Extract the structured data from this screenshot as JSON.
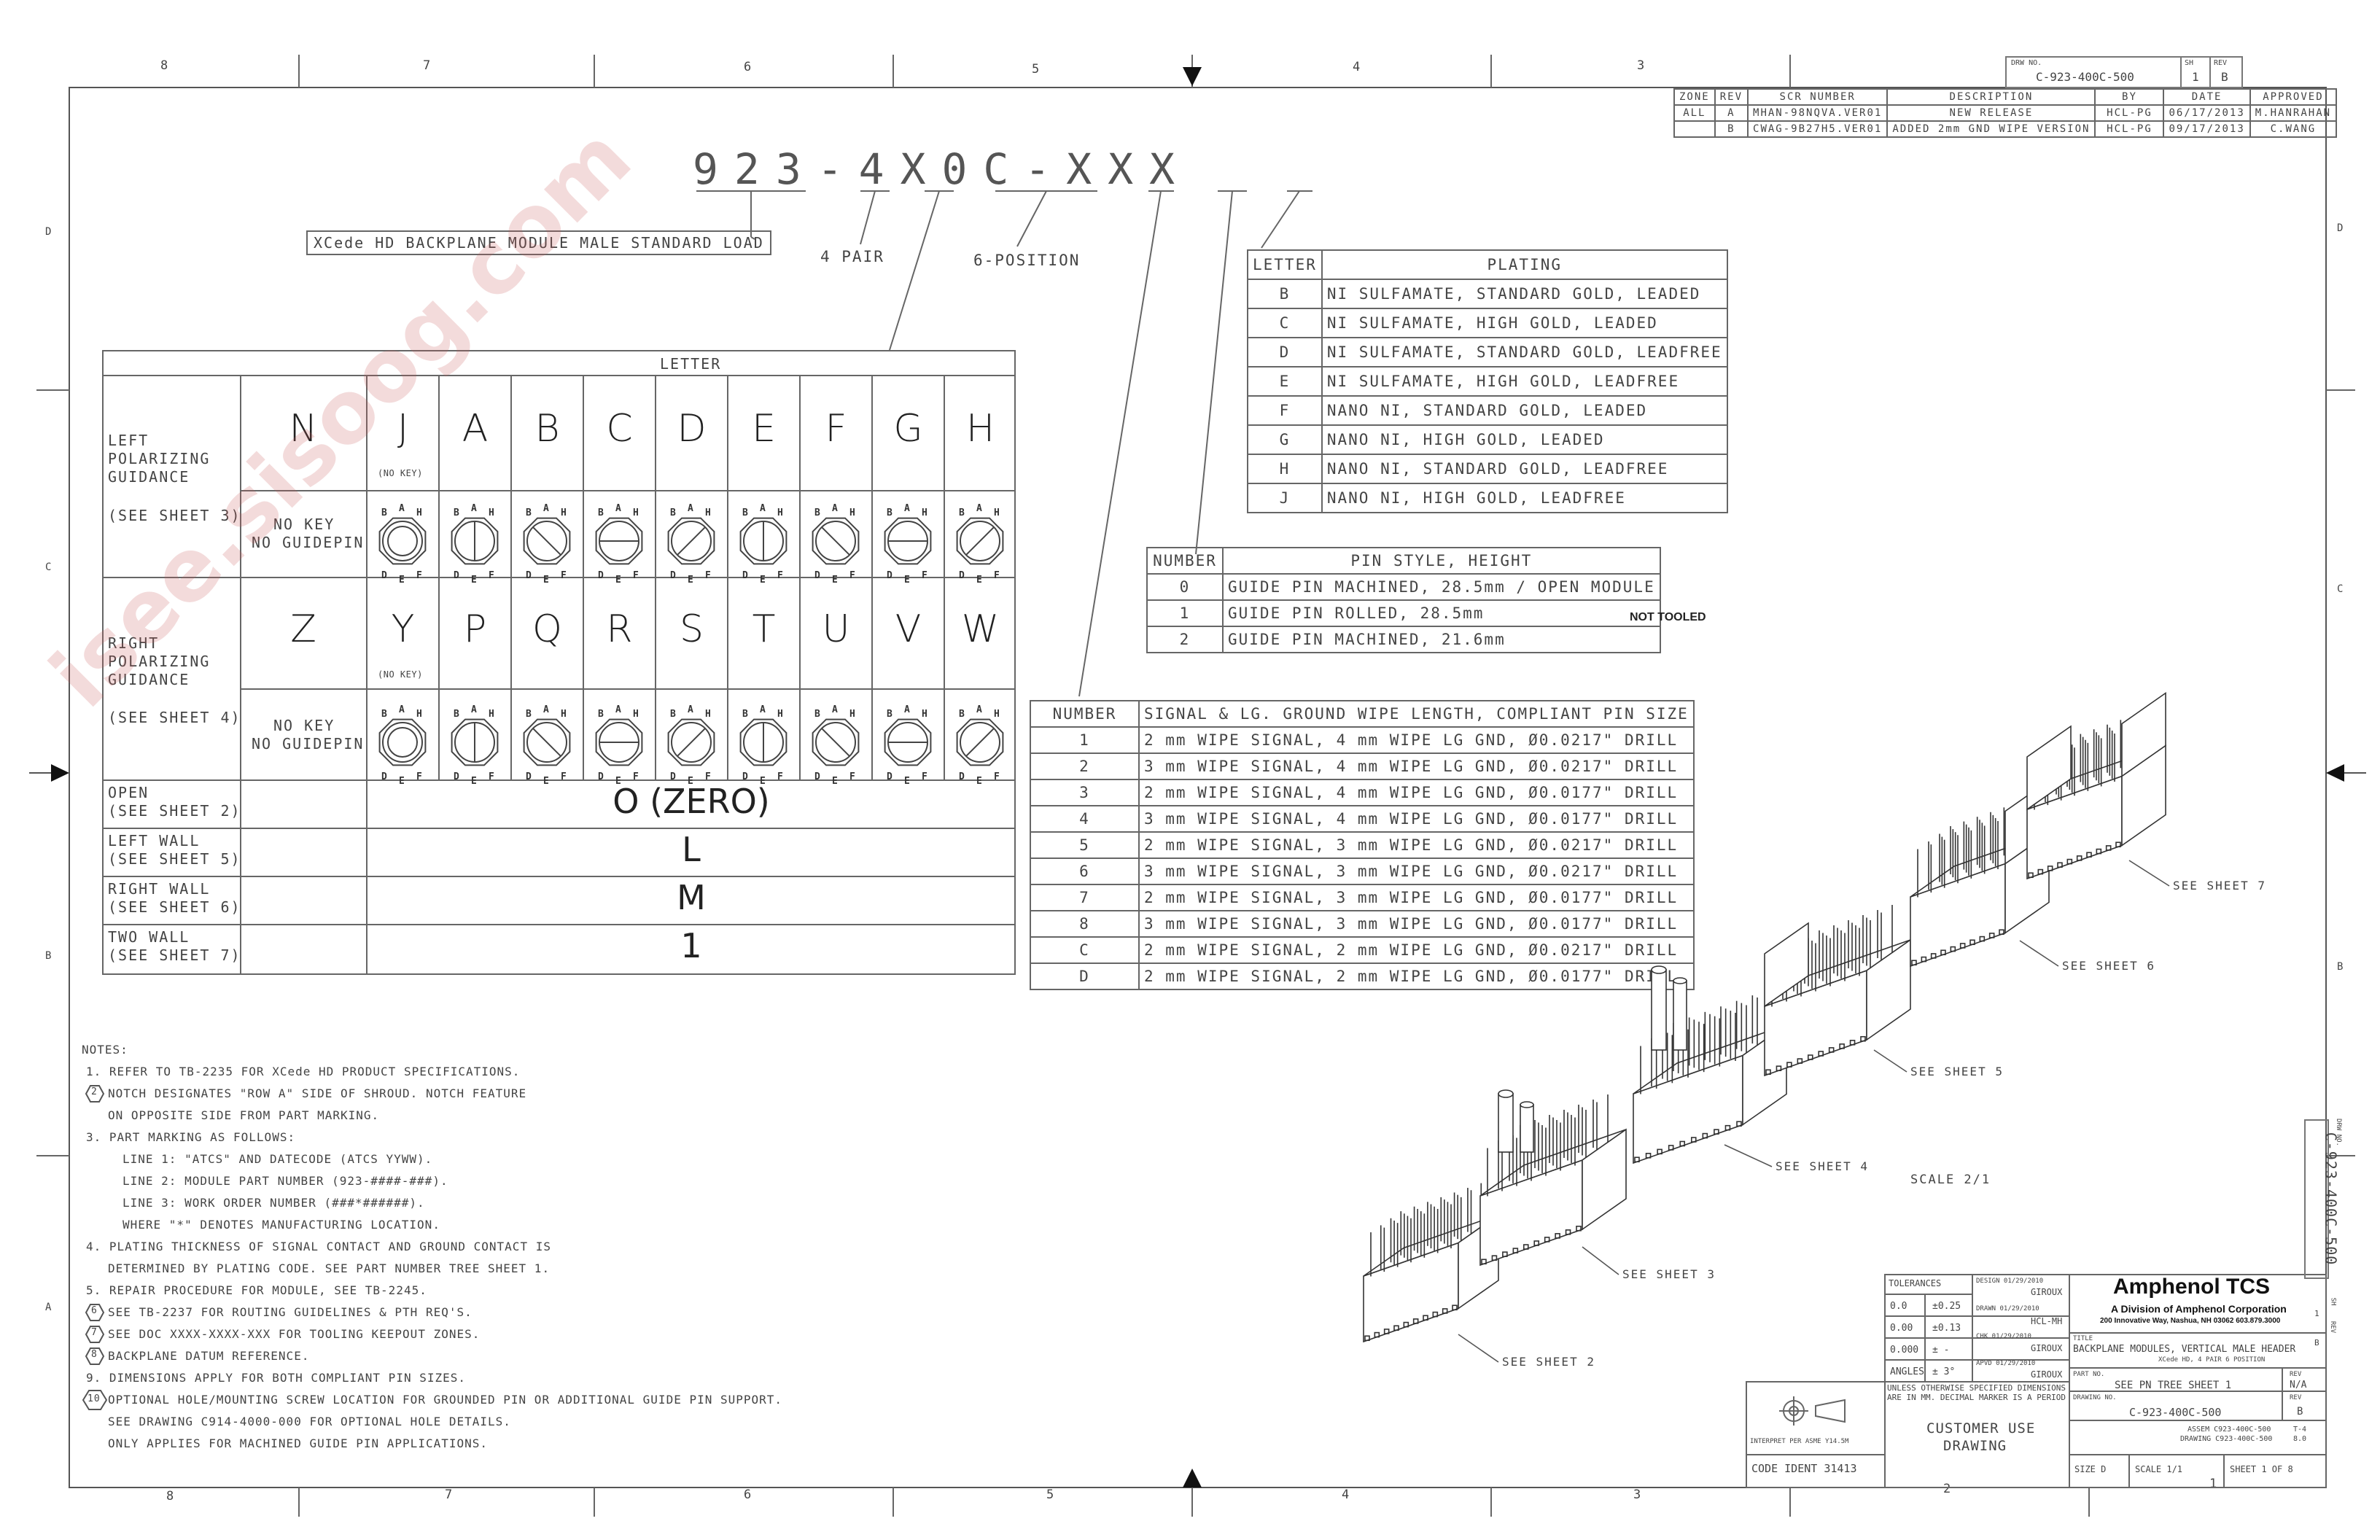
{
  "drawing_number_top": {
    "label": "DRW NO.",
    "value": "C-923-400C-500",
    "sh_label": "SH",
    "sh": "1",
    "rev_label": "REV",
    "rev": "B"
  },
  "revision_table": {
    "headers": [
      "ZONE",
      "REV",
      "SCR NUMBER",
      "DESCRIPTION",
      "BY",
      "DATE",
      "APPROVED"
    ],
    "rows": [
      [
        "ALL",
        "A",
        "MHAN-98NQVA.VER01",
        "NEW RELEASE",
        "HCL-PG",
        "06/17/2013",
        "M.HANRAHAN"
      ],
      [
        "",
        "B",
        "CWAG-9B27H5.VER01",
        "ADDED 2mm GND WIPE VERSION",
        "HCL-PG",
        "09/17/2013",
        "C.WANG"
      ]
    ]
  },
  "zones_top": [
    "8",
    "7",
    "6",
    "5",
    "4",
    "3"
  ],
  "zones_bottom": [
    "8",
    "7",
    "6",
    "5",
    "4",
    "3",
    "2",
    "1"
  ],
  "zones_side": [
    "D",
    "C",
    "B",
    "A"
  ],
  "part_tree": {
    "part_number": "923-4X0C-XXX",
    "description": "XCede HD BACKPLANE MODULE MALE STANDARD LOAD",
    "four_pair": "4 PAIR",
    "six_position": "6-POSITION"
  },
  "letter_table": {
    "header": "LETTER",
    "left_label": [
      "LEFT",
      "POLARIZING",
      "GUIDANCE",
      "(SEE SHEET 3)"
    ],
    "right_label": [
      "RIGHT",
      "POLARIZING",
      "GUIDANCE",
      "(SEE SHEET 4)"
    ],
    "no_key": [
      "NO KEY",
      "NO GUIDEPIN"
    ],
    "no_key_small": "(NO KEY)",
    "left_letters": [
      "N",
      "J",
      "A",
      "B",
      "C",
      "D",
      "E",
      "F",
      "G",
      "H"
    ],
    "right_letters": [
      "Z",
      "Y",
      "P",
      "Q",
      "R",
      "S",
      "T",
      "U",
      "V",
      "W"
    ],
    "key_marks_top": [
      "B",
      "A",
      "H"
    ],
    "key_marks_bottom": [
      "D",
      "E",
      "F"
    ],
    "rows": [
      {
        "label": [
          "OPEN",
          "(SEE SHEET 2)"
        ],
        "value": "O (ZERO)"
      },
      {
        "label": [
          "LEFT WALL",
          "(SEE SHEET 5)"
        ],
        "value": "L"
      },
      {
        "label": [
          "RIGHT WALL",
          "(SEE SHEET 6)"
        ],
        "value": "M"
      },
      {
        "label": [
          "TWO WALL",
          "(SEE SHEET 7)"
        ],
        "value": "1"
      }
    ]
  },
  "plating_table": {
    "headers": [
      "LETTER",
      "PLATING"
    ],
    "rows": [
      [
        "B",
        "NI SULFAMATE, STANDARD GOLD, LEADED"
      ],
      [
        "C",
        "NI SULFAMATE, HIGH GOLD, LEADED"
      ],
      [
        "D",
        "NI SULFAMATE, STANDARD GOLD, LEADFREE"
      ],
      [
        "E",
        "NI SULFAMATE, HIGH GOLD, LEADFREE"
      ],
      [
        "F",
        "NANO NI, STANDARD GOLD, LEADED"
      ],
      [
        "G",
        "NANO NI, HIGH GOLD, LEADED"
      ],
      [
        "H",
        "NANO NI, STANDARD GOLD, LEADFREE"
      ],
      [
        "J",
        "NANO NI, HIGH GOLD, LEADFREE"
      ]
    ]
  },
  "pin_style_table": {
    "headers": [
      "NUMBER",
      "PIN STYLE, HEIGHT"
    ],
    "rows": [
      [
        "0",
        "GUIDE PIN MACHINED, 28.5mm / OPEN MODULE"
      ],
      [
        "1",
        "GUIDE PIN ROLLED, 28.5mm"
      ],
      [
        "2",
        "GUIDE PIN MACHINED, 21.6mm"
      ]
    ],
    "not_tooled": "NOT TOOLED"
  },
  "signal_table": {
    "headers": [
      "NUMBER",
      "SIGNAL & LG. GROUND WIPE LENGTH, COMPLIANT PIN SIZE"
    ],
    "rows": [
      [
        "1",
        "2 mm WIPE SIGNAL, 4 mm WIPE LG GND, Ø0.0217\" DRILL"
      ],
      [
        "2",
        "3 mm WIPE SIGNAL, 4 mm WIPE LG GND, Ø0.0217\" DRILL"
      ],
      [
        "3",
        "2 mm WIPE SIGNAL, 4 mm WIPE LG GND, Ø0.0177\" DRILL"
      ],
      [
        "4",
        "3 mm WIPE SIGNAL, 4 mm WIPE LG GND, Ø0.0177\" DRILL"
      ],
      [
        "5",
        "2 mm WIPE SIGNAL, 3 mm WIPE LG GND, Ø0.0217\" DRILL"
      ],
      [
        "6",
        "3 mm WIPE SIGNAL, 3 mm WIPE LG GND, Ø0.0217\" DRILL"
      ],
      [
        "7",
        "2 mm WIPE SIGNAL, 3 mm WIPE LG GND, Ø0.0177\" DRILL"
      ],
      [
        "8",
        "3 mm WIPE SIGNAL, 3 mm WIPE LG GND, Ø0.0177\" DRILL"
      ],
      [
        "C",
        "2 mm WIPE SIGNAL, 2 mm WIPE LG GND, Ø0.0217\" DRILL"
      ],
      [
        "D",
        "2 mm WIPE SIGNAL, 2 mm WIPE LG GND, Ø0.0177\" DRILL"
      ]
    ]
  },
  "sheet_refs": [
    "SEE SHEET 2",
    "SEE SHEET 3",
    "SEE SHEET 4",
    "SEE SHEET 5",
    "SEE SHEET 6",
    "SEE SHEET 7"
  ],
  "scale_label": "SCALE 2/1",
  "notes": {
    "title": "NOTES:",
    "lines": [
      "1. REFER TO TB-2235 FOR XCede HD PRODUCT SPECIFICATIONS.",
      "NOTCH DESIGNATES \"ROW A\" SIDE OF SHROUD. NOTCH FEATURE",
      "ON OPPOSITE SIDE FROM PART MARKING.",
      "3. PART MARKING AS FOLLOWS:",
      "LINE 1: \"ATCS\" AND DATECODE (ATCS YYWW).",
      "LINE 2: MODULE PART NUMBER (923-####-###).",
      "LINE 3: WORK ORDER NUMBER (###*######).",
      "WHERE \"*\" DENOTES MANUFACTURING LOCATION.",
      "4. PLATING THICKNESS OF SIGNAL CONTACT AND GROUND CONTACT IS",
      "DETERMINED BY PLATING CODE. SEE PART NUMBER TREE SHEET 1.",
      "5. REPAIR PROCEDURE FOR MODULE, SEE TB-2245.",
      "SEE TB-2237 FOR ROUTING GUIDELINES &  PTH REQ'S.",
      "SEE DOC XXXX-XXXX-XXX FOR TOOLING KEEPOUT ZONES.",
      "BACKPLANE DATUM REFERENCE.",
      "9. DIMENSIONS APPLY FOR BOTH COMPLIANT PIN SIZES.",
      "OPTIONAL HOLE/MOUNTING SCREW LOCATION FOR GROUNDED PIN OR ADDITIONAL GUIDE PIN SUPPORT.",
      "SEE DRAWING C914-4000-000 FOR OPTIONAL HOLE DETAILS.",
      "ONLY APPLIES FOR MACHINED GUIDE PIN APPLICATIONS."
    ],
    "flag_numbers": [
      "2",
      "6",
      "7",
      "8",
      "10"
    ]
  },
  "title_block": {
    "tolerances": "TOLERANCES",
    "tol_rows": [
      [
        "0.0",
        "±0.25"
      ],
      [
        "0.00",
        "±0.13"
      ],
      [
        "0.000",
        "± -"
      ],
      [
        "ANGLES",
        "± 3°"
      ]
    ],
    "design": "DESIGN  01/29/2010",
    "design_by": "GIROUX",
    "drawn": "DRAWN  01/29/2010",
    "drawn_by": "HCL-MH",
    "chk": "CHK  01/29/2010",
    "chk_by": "GIROUX",
    "apvd": "APVD  01/29/2010",
    "apvd_by": "GIROUX",
    "company": "Amphenol TCS",
    "division": "A Division of Amphenol Corporation",
    "address": "200 Innovative Way, Nashua, NH 03062  603.879.3000",
    "title_label": "TITLE",
    "title_1": "BACKPLANE MODULES, VERTICAL MALE HEADER",
    "title_2": "XCede HD, 4 PAIR 6 POSITION",
    "unless": "UNLESS OTHERWISE SPECIFIED DIMENSIONS",
    "unless_2": "ARE IN MM. DECIMAL MARKER IS A PERIOD",
    "part_no_label": "PART NO.",
    "part_no": "SEE PN TREE SHEET 1",
    "rev_label": "REV",
    "rev_na": "N/A",
    "drawing_no_label": "DRAWING NO.",
    "drawing_no": "C-923-400C-500",
    "rev_b": "B",
    "assem": "ASSEM C923-400C-500",
    "assem_val": "T-4",
    "drawing_ref": "DRAWING C923-400C-500",
    "drawing_ref_val": "8.0",
    "customer_use": "CUSTOMER USE",
    "drawing": "DRAWING",
    "interpret": "INTERPRET PER ASME Y14.5M",
    "code_ident": "CODE IDENT  31413",
    "size": "SIZE  D",
    "scale": "SCALE  1/1",
    "sheet": "SHEET 1 OF 8"
  },
  "side_drawing_number": "C-923-400C-500",
  "side_drw_label": "DRW NO.",
  "side_sh_label": "SH",
  "side_sh": "1",
  "side_rev_label": "REV",
  "side_rev": "B",
  "watermark": "isee.sisoog.com"
}
